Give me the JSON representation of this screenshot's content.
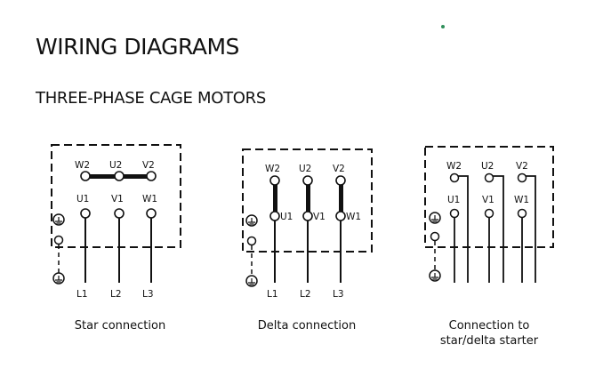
{
  "header": {
    "title": "WIRING DIAGRAMS",
    "subtitle": "THREE-PHASE CAGE MOTORS"
  },
  "colors": {
    "accent_dot": "#2f8f5a",
    "ink": "#111111"
  },
  "icons": {
    "earth": "earth-icon"
  },
  "diagrams": [
    {
      "top_terminals": [
        "W2",
        "U2",
        "V2"
      ],
      "bottom_terminals": [
        "U1",
        "V1",
        "W1"
      ],
      "lines": [
        "L1",
        "L2",
        "L3"
      ],
      "caption": "Star connection"
    },
    {
      "top_terminals": [
        "W2",
        "U2",
        "V2"
      ],
      "bottom_terminals": [
        "U1",
        "V1",
        "W1"
      ],
      "lines": [
        "L1",
        "L2",
        "L3"
      ],
      "caption": "Delta connection"
    },
    {
      "top_terminals": [
        "W2",
        "U2",
        "V2"
      ],
      "bottom_terminals": [
        "U1",
        "V1",
        "W1"
      ],
      "caption_line1": "Connection to",
      "caption_line2": "star/delta starter"
    }
  ]
}
